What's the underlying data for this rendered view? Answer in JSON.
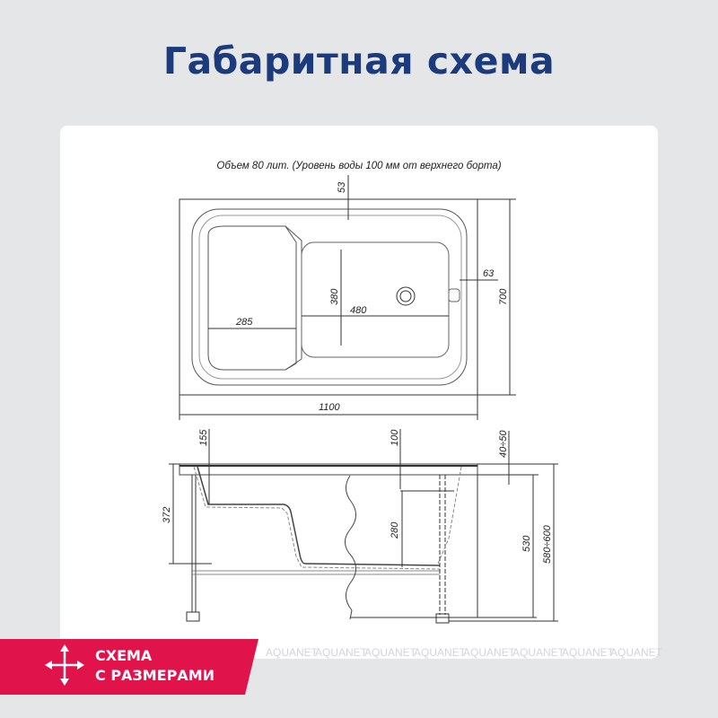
{
  "header": {
    "title": "Габаритная схема"
  },
  "diagram": {
    "volume_note": "Объем 80 лит. (Уровень воды 100 мм от верхнего борта)",
    "top_view_dims": {
      "d53": "53",
      "d380": "380",
      "d480": "480",
      "d285": "285",
      "d63": "63",
      "d700": "700",
      "d1100": "1100"
    },
    "side_view_dims": {
      "d155": "155",
      "d100": "100",
      "d40_50": "40÷50",
      "d372": "372",
      "d280": "280",
      "d530": "530",
      "d580_600": "580÷600"
    }
  },
  "watermark": "AQUANET",
  "banner": {
    "line1": "СХЕМА",
    "line2": "С РАЗМЕРАМИ",
    "icon": "four-way-arrows-icon",
    "color": "#e0134b"
  },
  "colors": {
    "title": "#1b3b7d",
    "background": "#e5e6e8",
    "card": "#ffffff"
  }
}
